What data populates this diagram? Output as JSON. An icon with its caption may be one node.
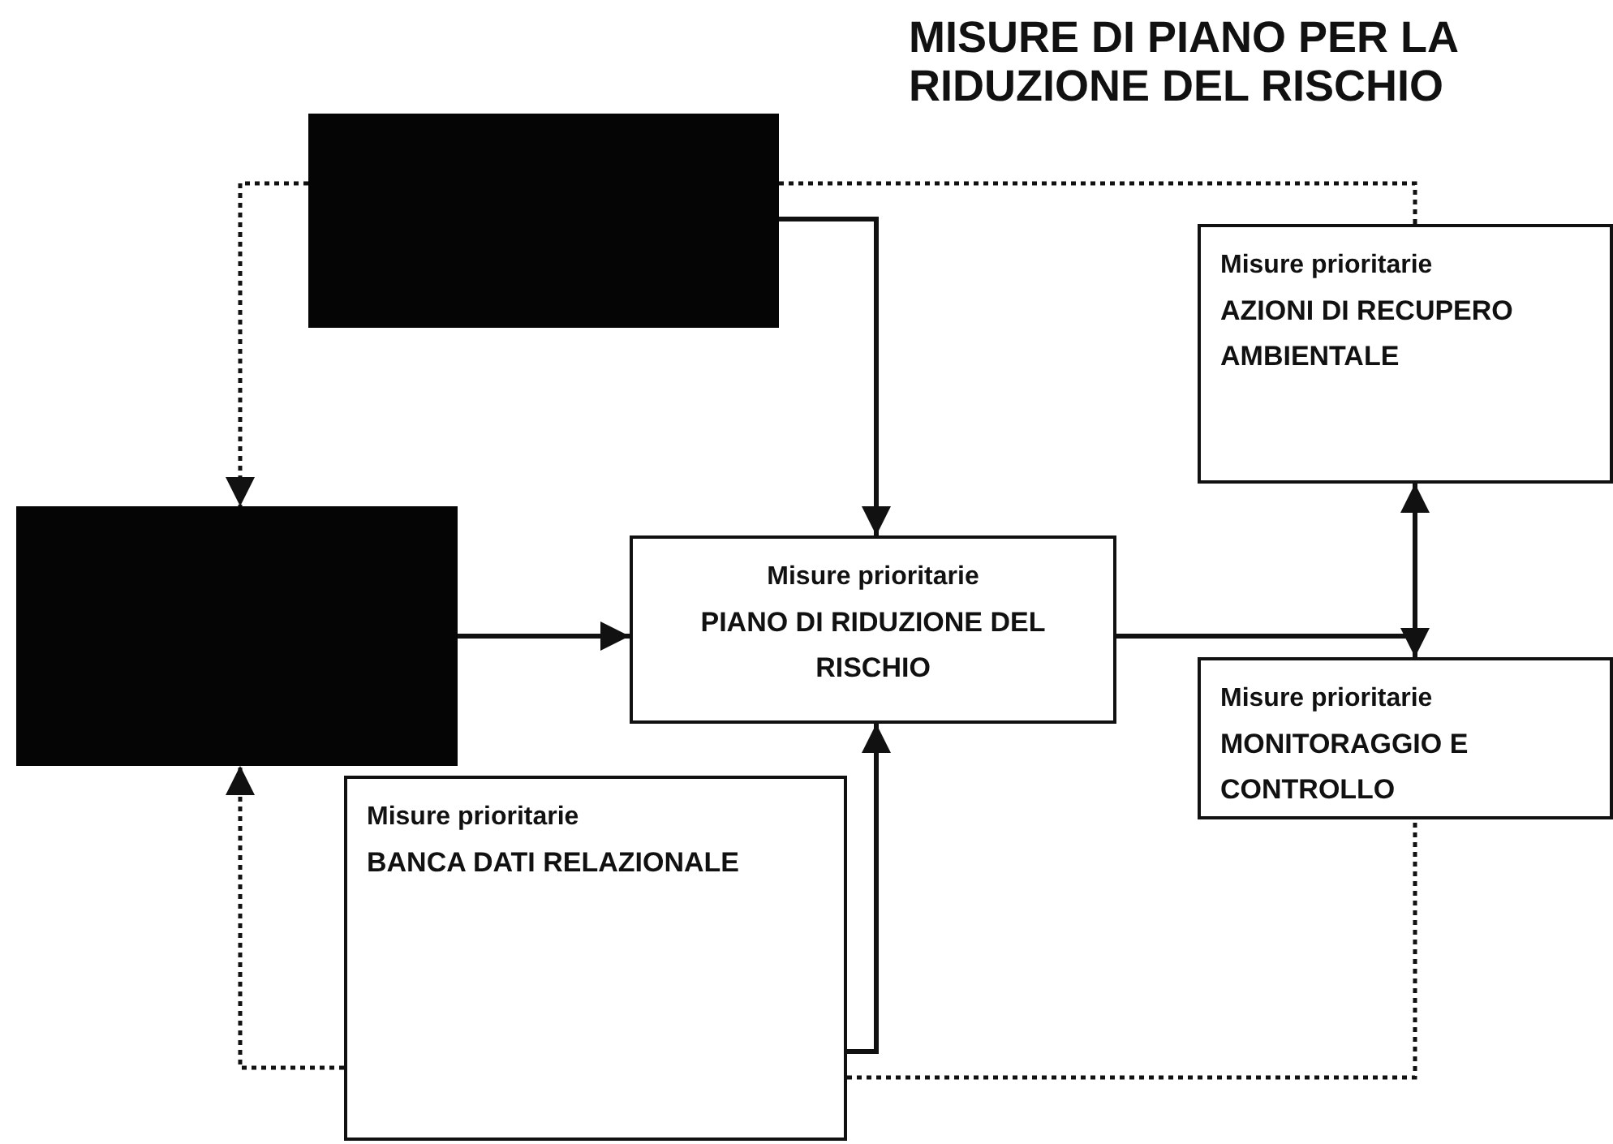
{
  "diagram": {
    "title": "MISURE DI PIANO PER LA RIDUZIONE DEL RISCHIO",
    "nodes": [
      {
        "text": [],
        "shape": "box"
      },
      {
        "text": [],
        "shape": "box"
      },
      {
        "text": [
          "Misure prioritarie",
          "PIANO DI RIDUZIONE DEL RISCHIO"
        ]
      },
      {
        "text": [
          "Misure prioritarie",
          "AZIONI DI RECUPERO AMBIENTALE"
        ]
      },
      {
        "text": [
          "Misure prioritarie",
          "MONITORAGGIO E CONTROLLO"
        ]
      },
      {
        "text": [
          "Misure prioritarie",
          "BANCA DATI RELAZIONALE"
        ]
      }
    ],
    "edges": [
      {
        "from": 0,
        "to": 1,
        "arrow": "to",
        "style": "dashed"
      },
      {
        "from": 0,
        "to": 3,
        "arrow": "none",
        "style": "dashed"
      },
      {
        "from": 0,
        "to": 2,
        "arrow": "to"
      },
      {
        "from": 1,
        "to": 2,
        "arrow": "to"
      },
      {
        "from": 2,
        "to": 3,
        "arrow": "to"
      },
      {
        "from": 2,
        "to": 4,
        "arrow": "to"
      },
      {
        "from": 5,
        "to": 1,
        "arrow": "to",
        "style": "dashed"
      },
      {
        "from": 5,
        "to": 2,
        "arrow": "to"
      },
      {
        "from": 5,
        "to": 4,
        "arrow": "none",
        "style": "dashed"
      }
    ]
  }
}
